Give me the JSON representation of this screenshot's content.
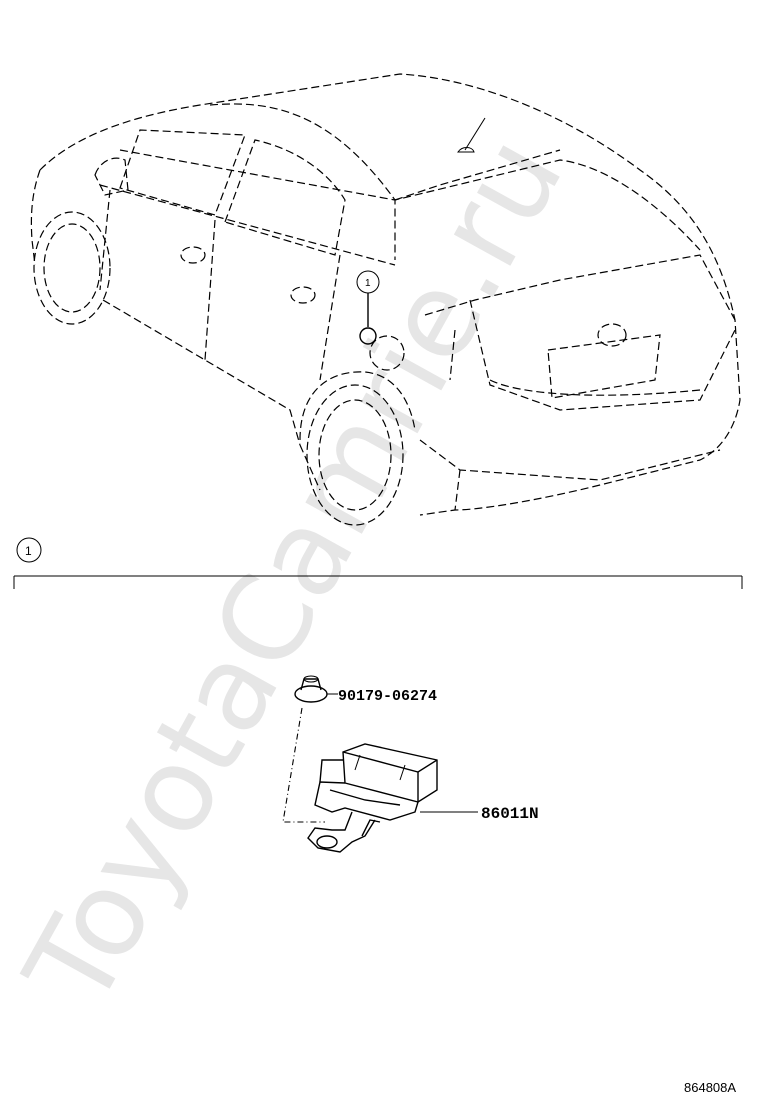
{
  "watermark": "ToyotaCamrie.ru",
  "callouts": {
    "car_callout_label": "1",
    "section_callout_label": "1"
  },
  "parts": [
    {
      "number": "90179-06274",
      "name_icon": "clip-nut-icon"
    },
    {
      "number": "86011N",
      "name_icon": "connector-module-icon"
    }
  ],
  "figure_code": "864808A"
}
